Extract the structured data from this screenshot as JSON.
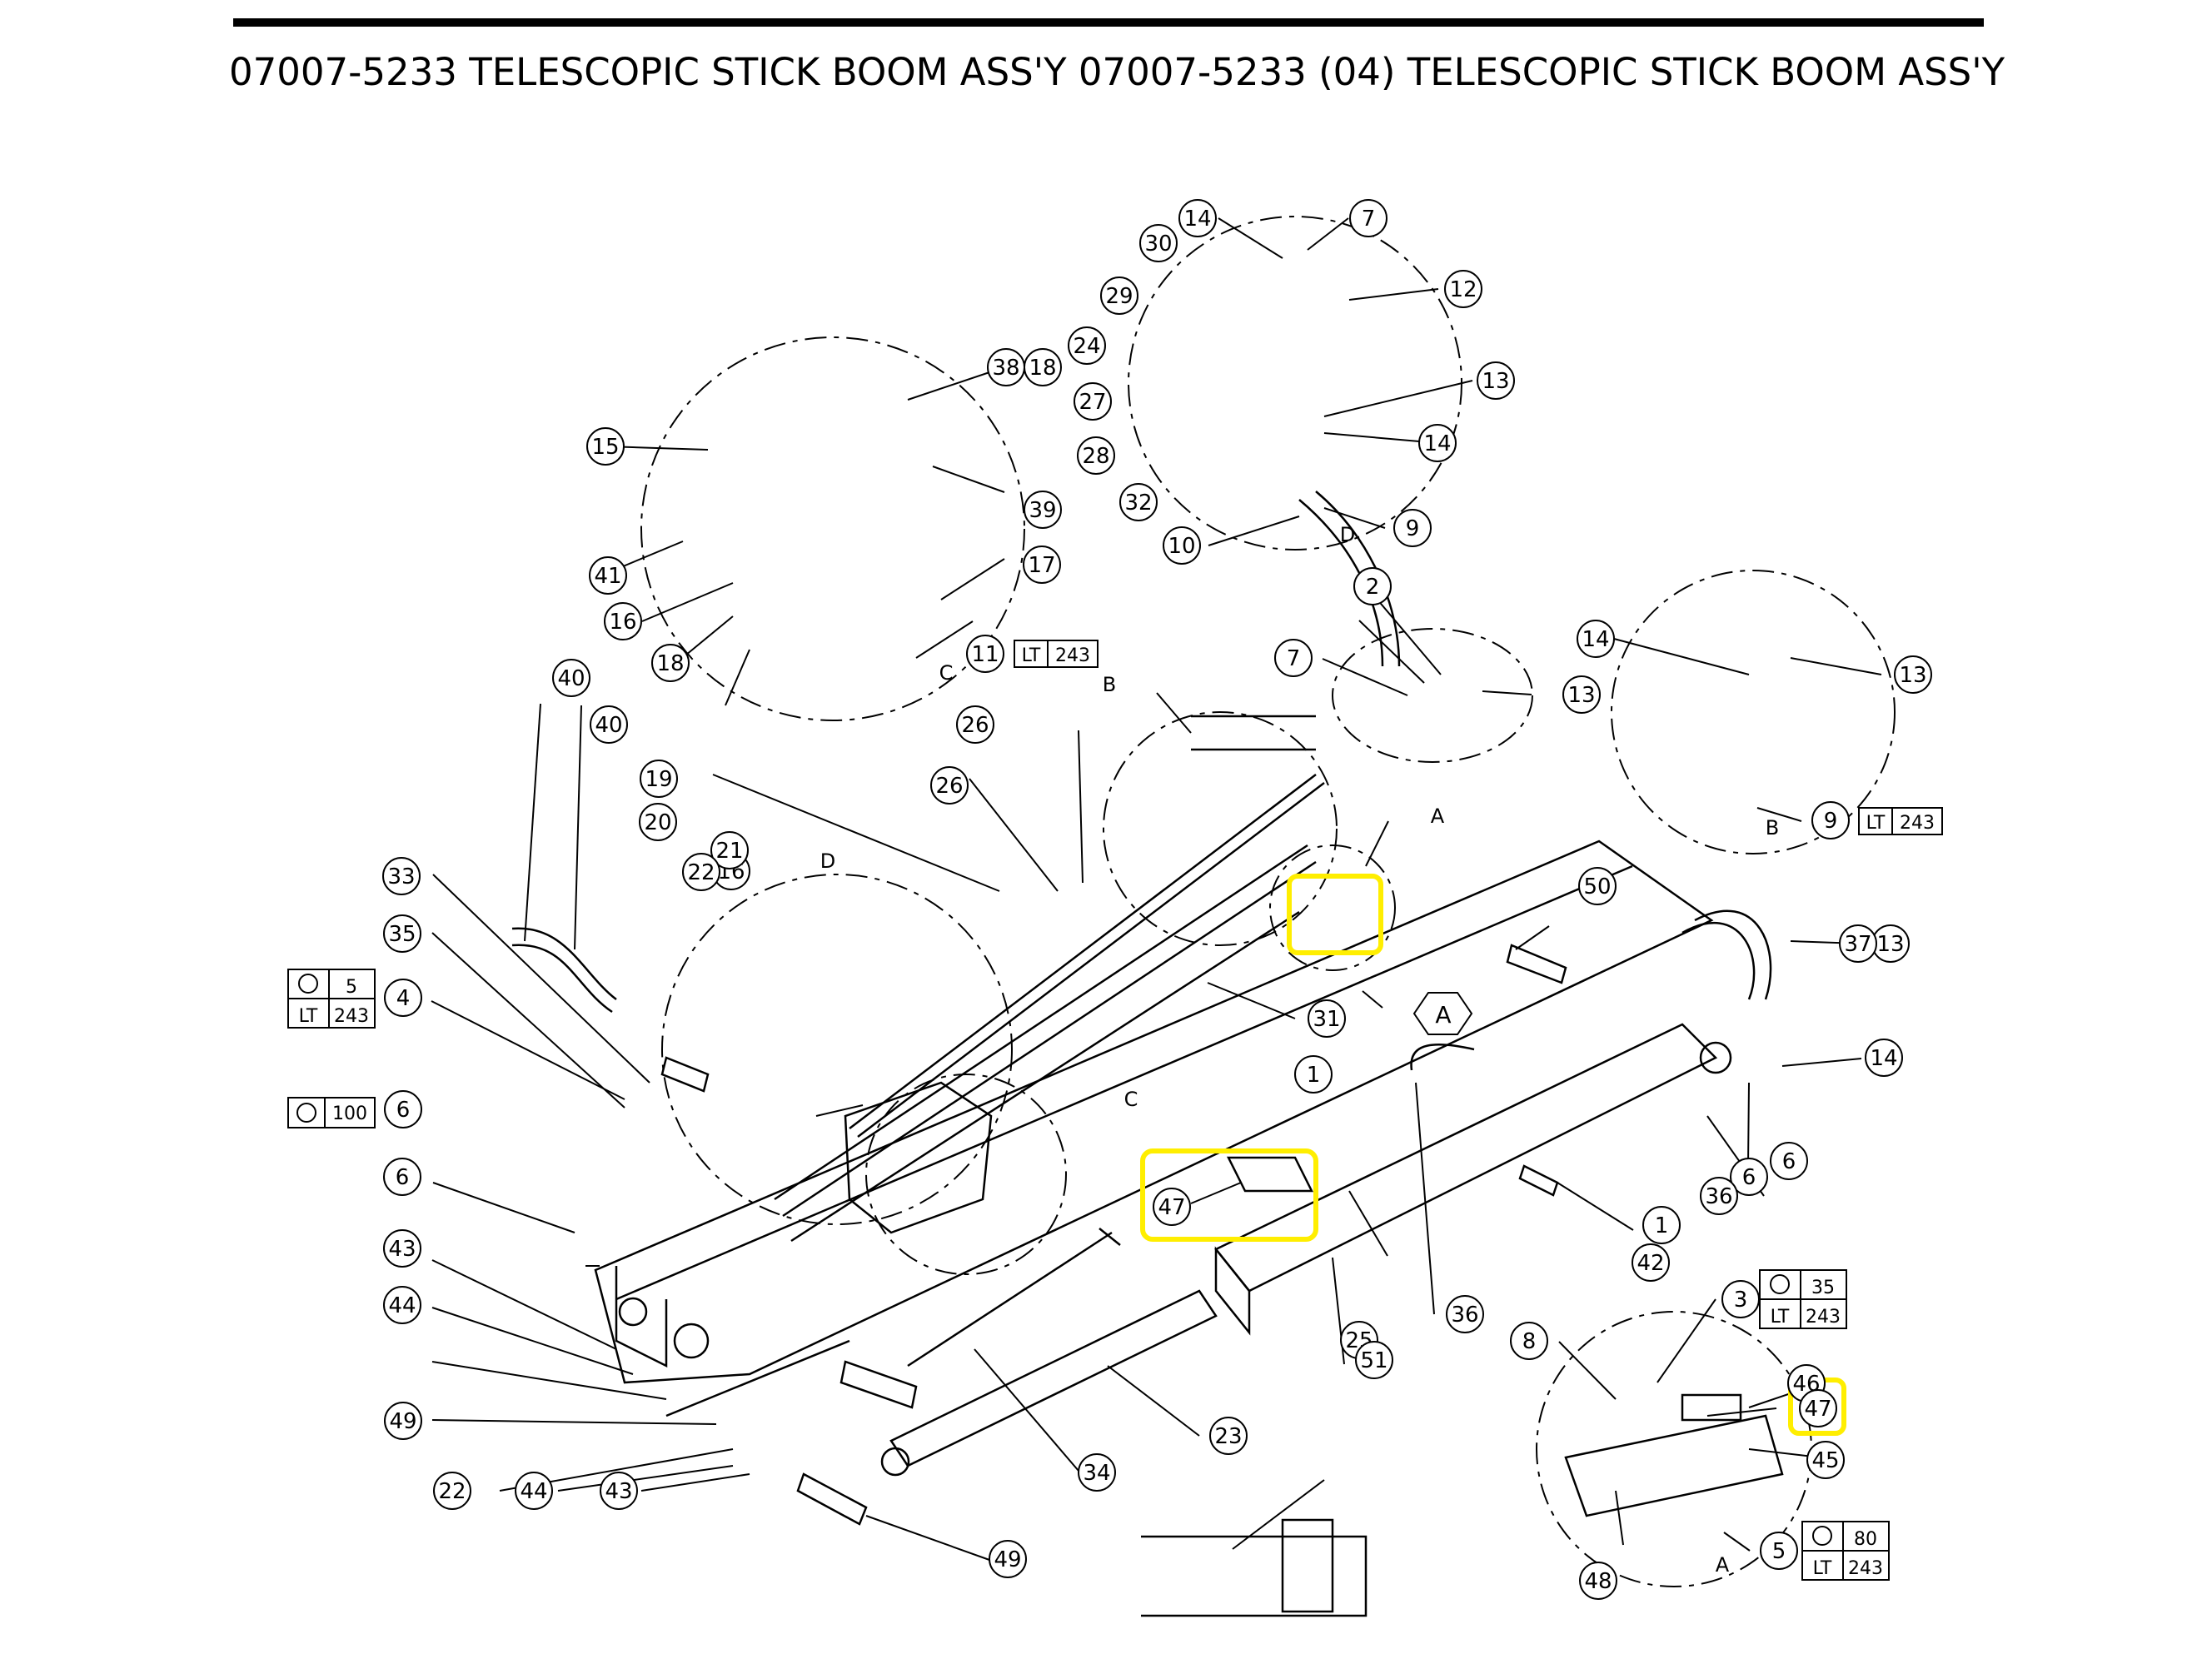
{
  "title": "07007-5233 TELESCOPIC STICK BOOM ASS'Y  07007-5233 (04) TELESCOPIC STICK BOOM ASS'Y",
  "highlight_color": "#ffee00",
  "callouts": [
    "1",
    "1",
    "2",
    "3",
    "4",
    "5",
    "6",
    "6",
    "6",
    "6",
    "7",
    "7",
    "8",
    "9",
    "9",
    "10",
    "11",
    "12",
    "13",
    "13",
    "13",
    "13",
    "14",
    "14",
    "14",
    "14",
    "15",
    "16",
    "16",
    "17",
    "18",
    "18",
    "19",
    "20",
    "21",
    "22",
    "22",
    "23",
    "24",
    "25",
    "26",
    "26",
    "27",
    "28",
    "29",
    "30",
    "31",
    "32",
    "33",
    "34",
    "35",
    "36",
    "36",
    "37",
    "38",
    "39",
    "40",
    "40",
    "41",
    "42",
    "43",
    "43",
    "44",
    "44",
    "45",
    "46",
    "47",
    "47",
    "48",
    "49",
    "49",
    "50",
    "51"
  ],
  "view_labels": [
    "A",
    "A",
    "B",
    "B",
    "C",
    "C",
    "D",
    "D"
  ],
  "detail_marker": "A",
  "spec_boxes": {
    "box_4": {
      "torque": "5",
      "lt_label": "LT",
      "lt_value": "243"
    },
    "box_6": {
      "torque": "100"
    },
    "box_3": {
      "torque": "35",
      "lt_label": "LT",
      "lt_value": "243"
    },
    "box_5": {
      "torque": "80",
      "lt_label": "LT",
      "lt_value": "243"
    },
    "box_11": {
      "lt_label": "LT",
      "lt_value": "243"
    },
    "box_9": {
      "lt_label": "LT",
      "lt_value": "243"
    }
  },
  "icons": [
    "torque-icon"
  ]
}
